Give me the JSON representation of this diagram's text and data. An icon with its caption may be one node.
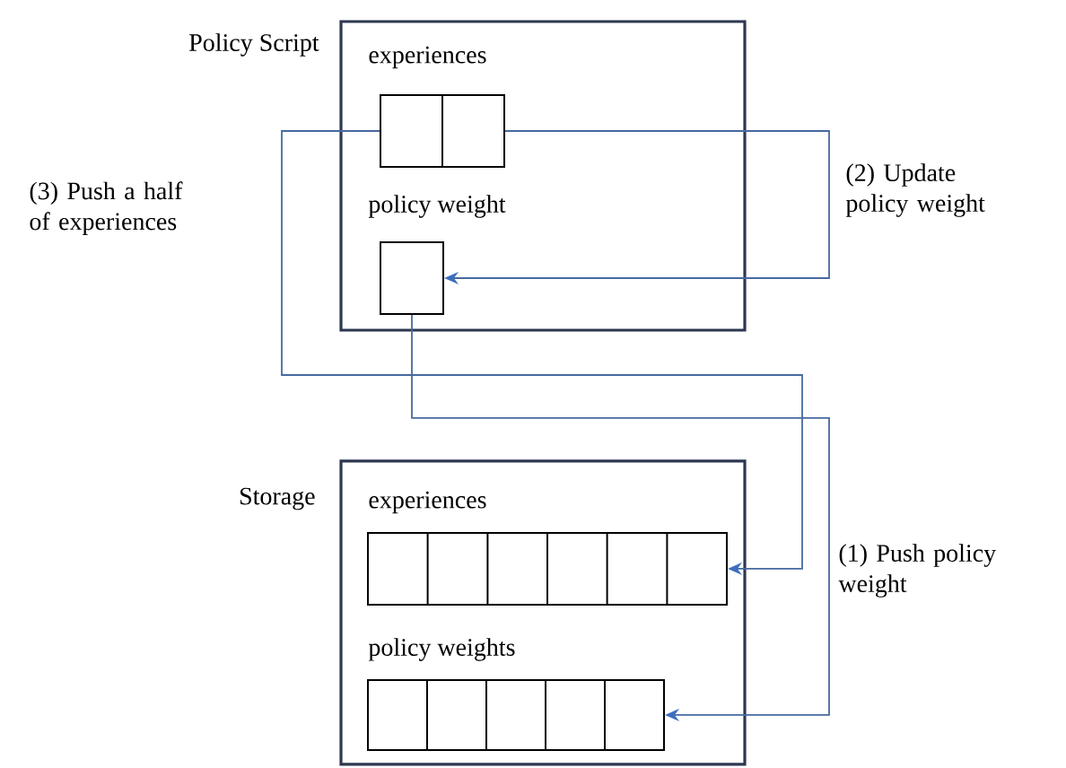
{
  "diagram": {
    "nodes": [
      {
        "text": [
          "Policy Script"
        ]
      },
      {
        "text": [
          "experiences"
        ],
        "in": 0
      },
      {
        "text": [
          "policy weight"
        ],
        "in": 0
      },
      {
        "text": [
          "Storage"
        ]
      },
      {
        "text": [
          "experiences"
        ],
        "in": 3
      },
      {
        "text": [
          "policy weights"
        ],
        "in": 3
      }
    ],
    "edges": [
      {
        "from": 1,
        "to": 4,
        "arrow": "to",
        "label": "(3) Push a half of experiences"
      },
      {
        "from": 1,
        "to": 2,
        "arrow": "to",
        "label": "(2) Update policy weight"
      },
      {
        "from": 2,
        "to": 5,
        "arrow": "to",
        "label": "(1)  Push policy weight"
      }
    ]
  }
}
